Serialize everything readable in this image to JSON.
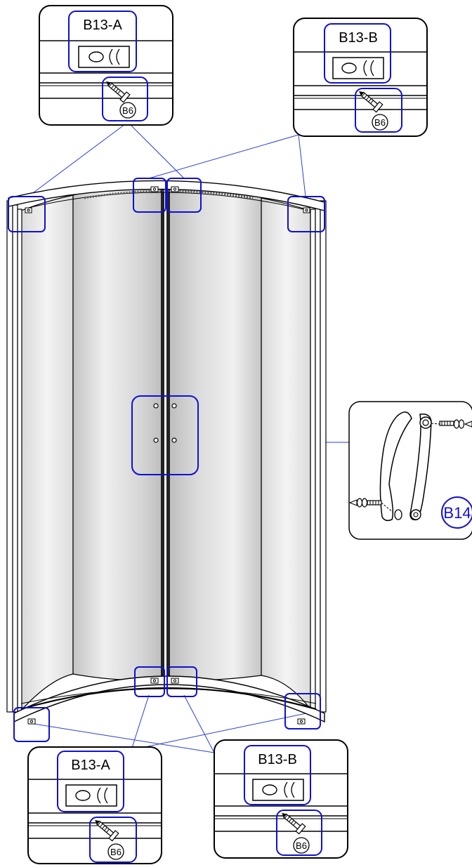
{
  "callouts": {
    "top_left": {
      "part_label": "B13-A",
      "screw_label": "B6"
    },
    "top_right": {
      "part_label": "B13-B",
      "screw_label": "B6"
    },
    "bottom_left": {
      "part_label": "B13-A",
      "screw_label": "B6"
    },
    "bottom_right": {
      "part_label": "B13-B",
      "screw_label": "B6"
    },
    "handle": {
      "part_label": "B14"
    }
  },
  "colors": {
    "highlight": "#1010d0",
    "leader": "#2a3fd8",
    "outline": "#000000",
    "glass_light": "#f2f2f2",
    "glass_dark": "#c9c9c9"
  }
}
